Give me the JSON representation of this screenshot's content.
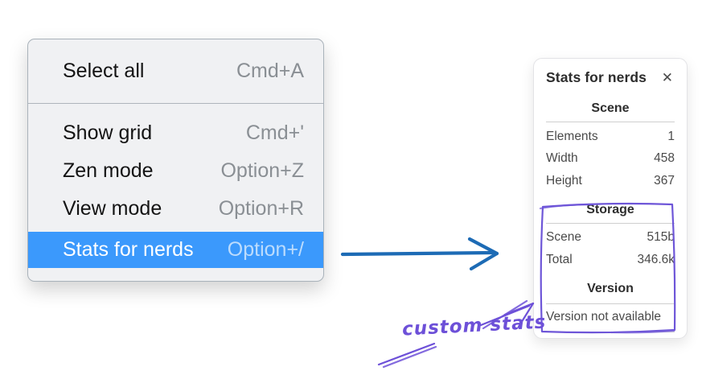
{
  "context_menu": {
    "items": [
      {
        "label": "Select all",
        "shortcut": "Cmd+A"
      },
      {
        "label": "Show grid",
        "shortcut": "Cmd+'"
      },
      {
        "label": "Zen mode",
        "shortcut": "Option+Z"
      },
      {
        "label": "View mode",
        "shortcut": "Option+R"
      },
      {
        "label": "Stats for nerds",
        "shortcut": "Option+/"
      }
    ],
    "selected_item": "Stats for nerds"
  },
  "stats_panel": {
    "title": "Stats for nerds",
    "close_icon": "✕",
    "sections": [
      {
        "header": "Scene",
        "rows": [
          {
            "label": "Elements",
            "value": "1"
          },
          {
            "label": "Width",
            "value": "458"
          },
          {
            "label": "Height",
            "value": "367"
          }
        ]
      },
      {
        "header": "Storage",
        "rows": [
          {
            "label": "Scene",
            "value": "515b"
          },
          {
            "label": "Total",
            "value": "346.6k"
          }
        ]
      },
      {
        "header": "Version",
        "note": "Version not available"
      }
    ]
  },
  "annotation": {
    "label": "custom stats"
  },
  "colors": {
    "menu_highlight": "#3b99fc",
    "menu_highlight_text": "#ffffff",
    "menu_highlight_shortcut": "#bcdcfd",
    "arrow_blue": "#1d6bb5",
    "annotation_purple": "#6d50d8",
    "sketch_box_purple": "#6e56d8"
  }
}
